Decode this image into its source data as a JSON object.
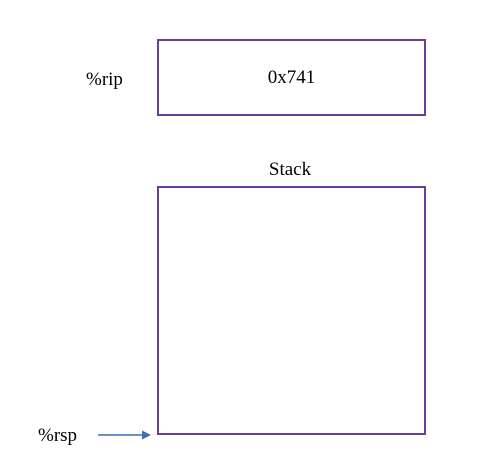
{
  "registers": {
    "rip": {
      "label": "%rip",
      "value": "0x741"
    },
    "rsp": {
      "label": "%rsp"
    }
  },
  "stack": {
    "title": "Stack"
  },
  "colors": {
    "box_border": "#6a3d9a",
    "arrow": "#3b6fb6",
    "text": "#000000"
  },
  "icons": {
    "rsp_pointer": "arrow-right-icon"
  }
}
